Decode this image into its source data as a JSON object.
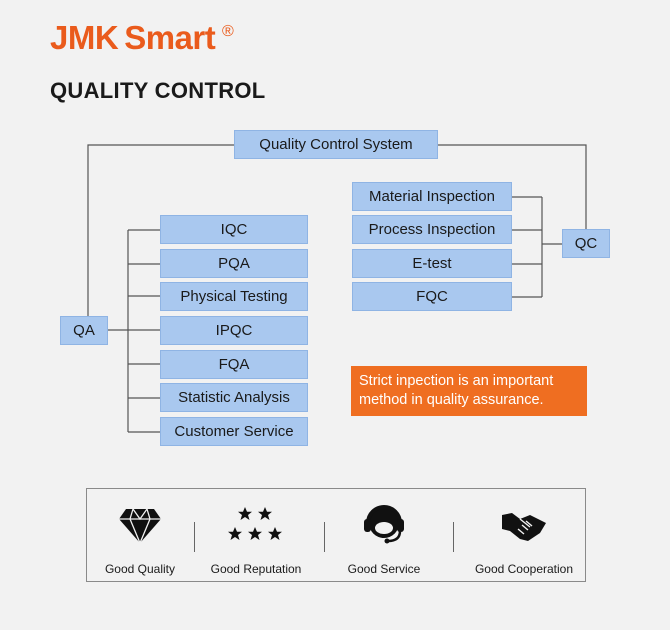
{
  "brand": {
    "name_part1": "JMK",
    "name_part2": "Smart",
    "registered_mark": "®",
    "color": "#ea5b1c"
  },
  "section_title": "QUALITY CONTROL",
  "diagram": {
    "root": "Quality Control System",
    "qa": {
      "label": "QA",
      "children": [
        "IQC",
        "PQA",
        "Physical Testing",
        "IPQC",
        "FQA",
        "Statistic Analysis",
        "Customer Service"
      ]
    },
    "qc": {
      "label": "QC",
      "children": [
        "Material Inspection",
        "Process Inspection",
        "E-test",
        "FQC"
      ]
    },
    "box_color": "#a9c8ef",
    "line_color": "#555555"
  },
  "note": {
    "line1": "Strict inpection is an important",
    "line2": "method in quality assurance.",
    "color": "#ef6e21"
  },
  "features": [
    {
      "icon": "diamond-icon",
      "label": "Good Quality"
    },
    {
      "icon": "stars-icon",
      "label": "Good Reputation"
    },
    {
      "icon": "headset-icon",
      "label": "Good Service"
    },
    {
      "icon": "handshake-icon",
      "label": "Good Cooperation"
    }
  ]
}
